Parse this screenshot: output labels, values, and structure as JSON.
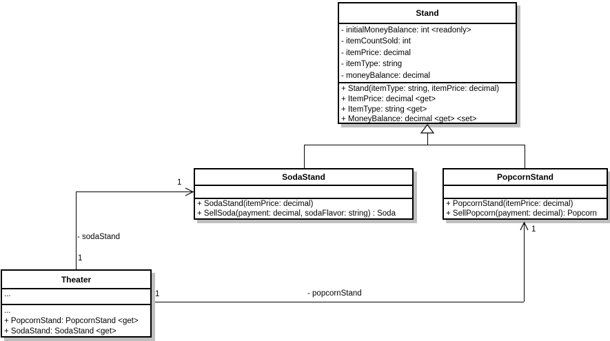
{
  "classes": [
    {
      "name": "Stand",
      "attributes": [
        "- initialMoneyBalance: int <readonly>",
        "- itemCountSold: int",
        "- itemPrice: decimal",
        "- itemType: string",
        "- moneyBalance: decimal"
      ],
      "methods": [
        "+ Stand(itemType: string, itemPrice: decimal)",
        "+ ItemPrice: decimal <get>",
        "+ ItemType: string <get>",
        "+ MoneyBalance: decimal <get> <set>"
      ]
    },
    {
      "name": "SodaStand",
      "attributes": [],
      "methods": [
        "+ SodaStand(itemPrice: decimal)",
        "+ SellSoda(payment: decimal, sodaFlavor: string) : Soda"
      ]
    },
    {
      "name": "PopcornStand",
      "attributes": [],
      "methods": [
        "+ PopcornStand(itemPrice: decimal)",
        "+ SellPopcorn(payment: decimal): Popcorn"
      ]
    },
    {
      "name": "Theater",
      "attributes": [
        "..."
      ],
      "methods": [
        "...",
        "+ PopcornStand: PopcornStand <get>",
        "+ SodaStand: SodaStand <get>"
      ]
    }
  ],
  "relationships": {
    "generalizations": [
      {
        "from": "SodaStand",
        "to": "Stand"
      },
      {
        "from": "PopcornStand",
        "to": "Stand"
      }
    ],
    "associations": [
      {
        "source": "Theater",
        "target": "SodaStand",
        "role_label": "- sodaStand",
        "source_multiplicity": "1",
        "target_multiplicity": "1"
      },
      {
        "source": "Theater",
        "target": "PopcornStand",
        "role_label": "- popcornStand",
        "source_multiplicity": "1",
        "target_multiplicity": "1"
      }
    ]
  },
  "colors": {
    "background": "#ffffff",
    "box_fill": "#ffffff",
    "border": "#000000",
    "shadow": "#bfbfbf",
    "text": "#000000"
  }
}
